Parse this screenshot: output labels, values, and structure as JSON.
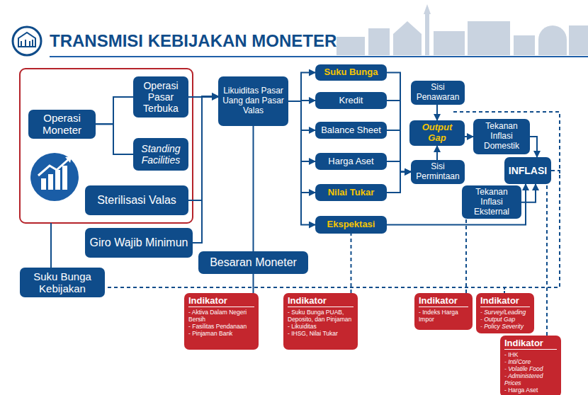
{
  "diagram": {
    "title": "TRANSMISI KEBIJAKAN MONETER",
    "nodes": [
      {
        "text": [
          "Operasi Moneter"
        ]
      },
      {
        "text": [
          "Operasi Pasar Terbuka"
        ]
      },
      {
        "text": [
          "Standing Facilities"
        ]
      },
      {
        "text": [
          "Sterilisasi Valas"
        ]
      },
      {
        "text": [
          "Giro Wajib Minimun"
        ]
      },
      {
        "text": [
          "Suku Bunga Kebijakan"
        ]
      },
      {
        "text": [
          "Likuiditas Pasar Uang dan Pasar Valas"
        ]
      },
      {
        "text": [
          "Besaran Moneter"
        ]
      },
      {
        "text": [
          "Suku Bunga"
        ]
      },
      {
        "text": [
          "Kredit"
        ]
      },
      {
        "text": [
          "Balance Sheet"
        ]
      },
      {
        "text": [
          "Harga Aset"
        ]
      },
      {
        "text": [
          "Nilai Tukar"
        ]
      },
      {
        "text": [
          "Ekspektasi"
        ]
      },
      {
        "text": [
          "Sisi Penawaran"
        ]
      },
      {
        "text": [
          "Output Gap"
        ]
      },
      {
        "text": [
          "Sisi Permintaan"
        ]
      },
      {
        "text": [
          "Tekanan Inflasi Domestik"
        ]
      },
      {
        "text": [
          "Tekanan Inflasi Eksternal"
        ]
      },
      {
        "text": [
          "INFLASI"
        ]
      },
      {
        "text": [
          "Indikator",
          "- Aktiva Dalam Negeri Bersih",
          "- Fasilitas Pendanaan",
          "- Pinjaman Bank"
        ]
      },
      {
        "text": [
          "Indikator",
          "- Suku Bunga PUAB, Deposito, dan Pinjaman",
          "- Likuiditas",
          "- IHSG, Nilai Tukar"
        ]
      },
      {
        "text": [
          "Indikator",
          "- Indeks Harga Impor"
        ]
      },
      {
        "text": [
          "Indikator",
          "- Survey/Leading",
          "- Output Gap",
          "- Policy Severity"
        ]
      },
      {
        "text": [
          "Indikator",
          "- IHK",
          "- Inti/Core",
          "- Volatile Food",
          "- Administered Prices",
          "- Harga Aset"
        ]
      }
    ],
    "edges": [
      {
        "from": 0,
        "to": 1,
        "arrow": "none"
      },
      {
        "from": 0,
        "to": 2,
        "arrow": "none"
      },
      {
        "from": 1,
        "to": 6,
        "arrow": "to"
      },
      {
        "from": 3,
        "to": 6,
        "arrow": "to"
      },
      {
        "from": 4,
        "to": 6,
        "arrow": "to"
      },
      {
        "from": 6,
        "to": 8,
        "arrow": "to"
      },
      {
        "from": 6,
        "to": 9,
        "arrow": "to"
      },
      {
        "from": 6,
        "to": 10,
        "arrow": "to"
      },
      {
        "from": 6,
        "to": 11,
        "arrow": "to"
      },
      {
        "from": 6,
        "to": 12,
        "arrow": "to"
      },
      {
        "from": 6,
        "to": 13,
        "arrow": "to"
      },
      {
        "from": 6,
        "to": 7,
        "arrow": "none"
      },
      {
        "from": 8,
        "to": 16,
        "arrow": "to"
      },
      {
        "from": 9,
        "to": 16,
        "arrow": "to"
      },
      {
        "from": 10,
        "to": 16,
        "arrow": "to"
      },
      {
        "from": 11,
        "to": 16,
        "arrow": "to"
      },
      {
        "from": 12,
        "to": 16,
        "arrow": "to"
      },
      {
        "from": 13,
        "to": 19,
        "arrow": "to"
      },
      {
        "from": 14,
        "to": 15,
        "arrow": "to"
      },
      {
        "from": 16,
        "to": 15,
        "arrow": "to"
      },
      {
        "from": 15,
        "to": 17,
        "arrow": "to"
      },
      {
        "from": 17,
        "to": 19,
        "arrow": "to"
      },
      {
        "from": 18,
        "to": 19,
        "arrow": "to"
      },
      {
        "from": 19,
        "to": 5,
        "arrow": "none"
      },
      {
        "from": 20,
        "to": 7,
        "arrow": "none"
      },
      {
        "from": 21,
        "to": 13,
        "arrow": "none"
      },
      {
        "from": 22,
        "to": 18,
        "arrow": "none"
      },
      {
        "from": 24,
        "to": 19,
        "arrow": "none"
      }
    ]
  }
}
